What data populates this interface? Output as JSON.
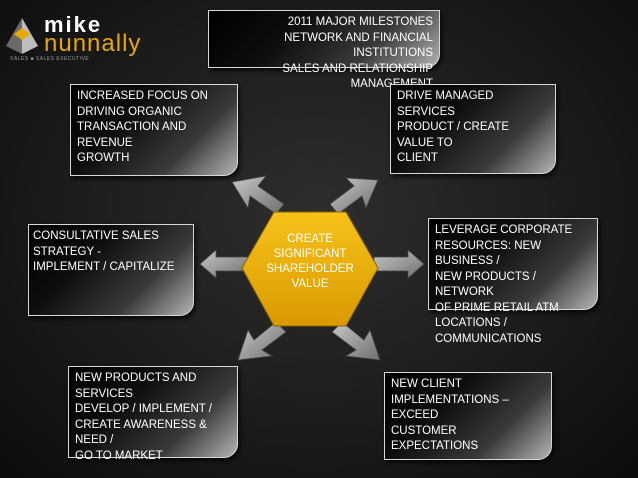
{
  "logo": {
    "first": "mike",
    "last": "nunnally",
    "tagline": "SALES ■ SALES EXECUTIVE"
  },
  "colors": {
    "hub": "#f0b400",
    "arrow": "#8a8a8a",
    "logo_accent": "#e8a800"
  },
  "nodes": {
    "top": "2011 MAJOR MILESTONES\nNETWORK AND FINANCIAL INSTITUTIONS\nSALES AND RELATIONSHIP MANAGEMENT",
    "top_left": "INCREASED FOCUS ON\nDRIVING ORGANIC\nTRANSACTION AND REVENUE\nGROWTH",
    "top_right": "DRIVE MANAGED SERVICES\nPRODUCT / CREATE VALUE TO\nCLIENT",
    "mid_left": "CONSULTATIVE SALES\nSTRATEGY -\nIMPLEMENT / CAPITALIZE",
    "mid_right": "LEVERAGE CORPORATE\nRESOURCES:  NEW BUSINESS /\nNEW PRODUCTS / NETWORK\nOF PRIME RETAIL ATM\nLOCATIONS /\nCOMMUNICATIONS",
    "bottom_left": "NEW PRODUCTS AND SERVICES\nDEVELOP / IMPLEMENT /\nCREATE AWARENESS & NEED /\nGO TO MARKET",
    "bottom_right": "NEW CLIENT\nIMPLEMENTATIONS – EXCEED\nCUSTOMER EXPECTATIONS"
  },
  "hub": {
    "label": "CREATE\nSIGNIFICANT\nSHAREHOLDER\nVALUE"
  }
}
